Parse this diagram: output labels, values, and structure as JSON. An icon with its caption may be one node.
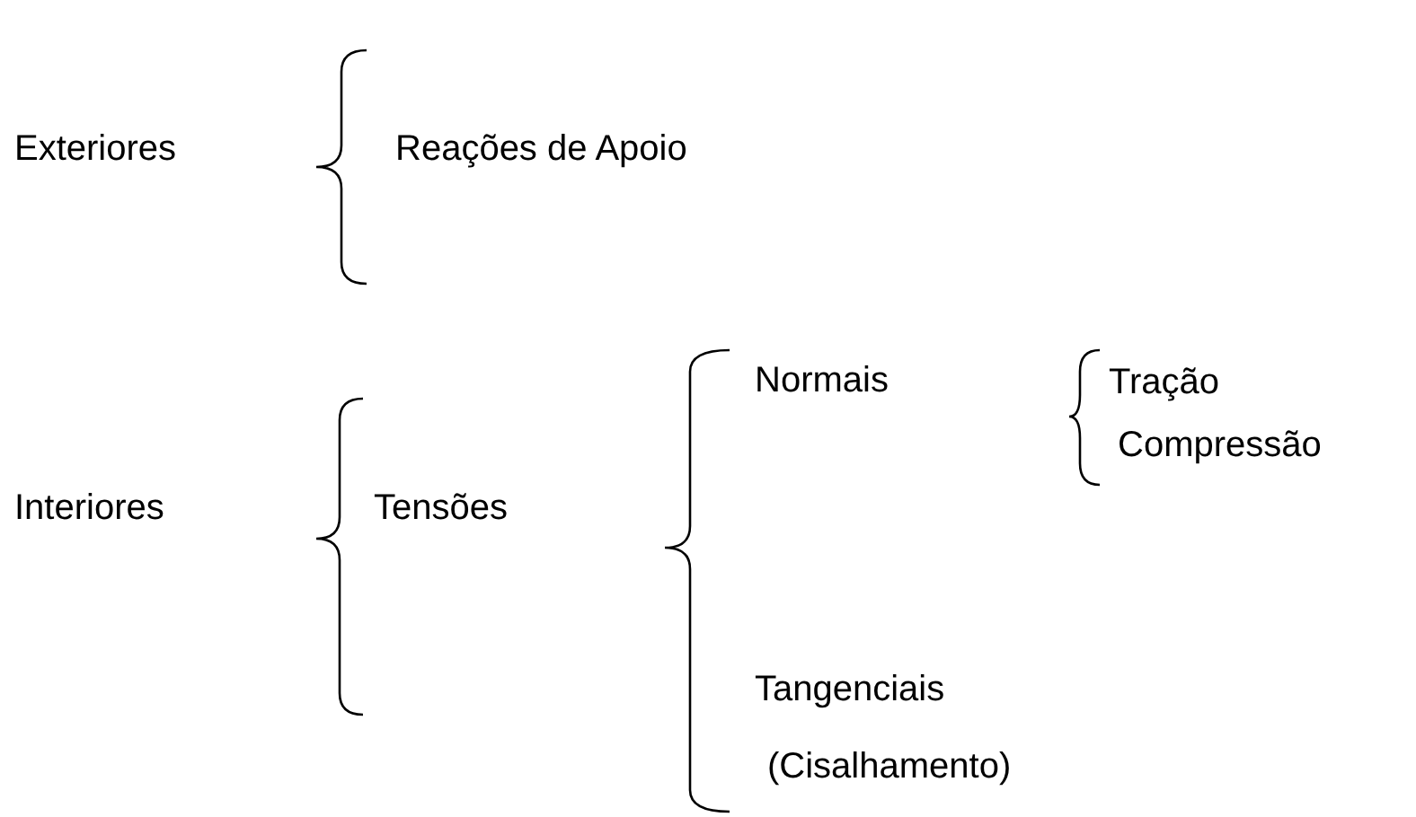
{
  "diagram": {
    "labels": [
      "Exteriores",
      "Reações de Apoio",
      "Normais",
      "Tração",
      "Compressão",
      "Interiores",
      "Tensões",
      "Tangenciais",
      "(Cisalhamento)"
    ]
  }
}
